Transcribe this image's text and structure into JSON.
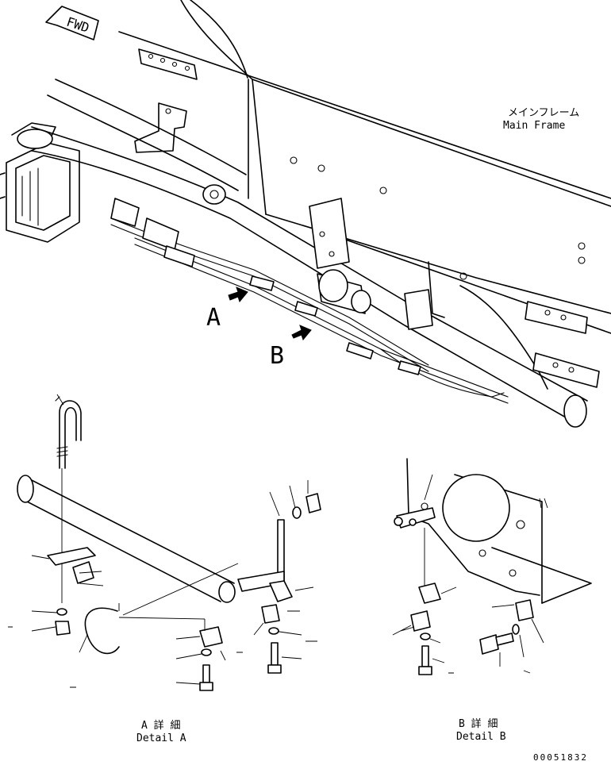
{
  "labels": {
    "fwd": "FWD",
    "main_frame_jp": "メインフレーム",
    "main_frame_en": "Main Frame",
    "view_a": "A",
    "view_b": "B",
    "detail_a_jp": "A 詳 細",
    "detail_a_en": "Detail A",
    "detail_b_jp": "B 詳 細",
    "detail_b_en": "Detail B",
    "drawing_number": "00051832"
  },
  "icons": {
    "fwd_arrow": "fwd-arrow-icon",
    "view_arrow": "hatched-arrow-icon"
  }
}
